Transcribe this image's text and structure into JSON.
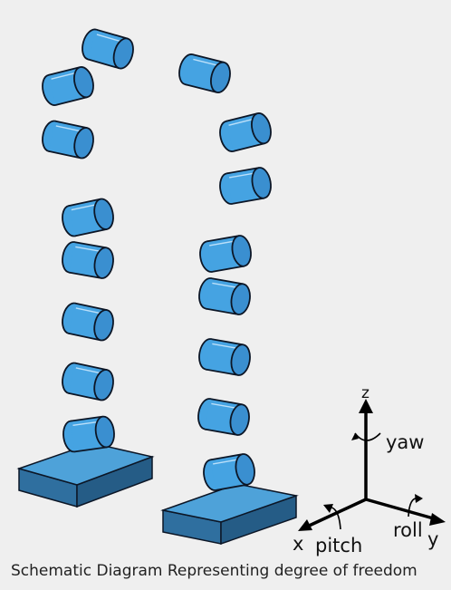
{
  "caption": "Schematic Diagram Representing degree of freedom",
  "axes": {
    "z": "z",
    "x": "x",
    "y": "y",
    "yaw": "yaw",
    "pitch": "pitch",
    "roll": "roll"
  },
  "colors": {
    "background": "#efefef",
    "cylinder_body": "#45a3e2",
    "cylinder_cap": "#3a8fd0",
    "outline": "#0c1626",
    "foot_top": "#4ea2d9",
    "foot_front": "#2f6f9f",
    "foot_side": "#255c86",
    "axis": "#000000"
  }
}
